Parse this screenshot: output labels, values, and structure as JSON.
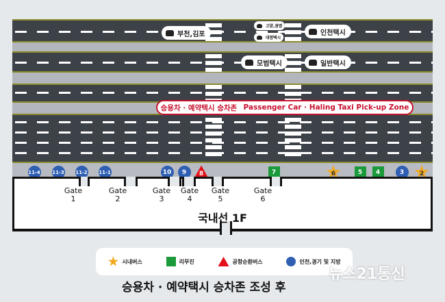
{
  "taxi_labels": {
    "bucheon": "부천,김포",
    "goyang": "고양,광명",
    "daemyung": "대명택시",
    "incheon": "인천택시",
    "mobeom": "모범택시",
    "ilban": "일반택시"
  },
  "banner": {
    "korean": "승용차 · 예약택시 승차존",
    "english": "Passenger Car · Haling Taxi Pick-up Zone"
  },
  "stops": [
    {
      "label": "11-4",
      "type": "circle"
    },
    {
      "label": "11-3",
      "type": "circle"
    },
    {
      "label": "11-2",
      "type": "circle"
    },
    {
      "label": "11-1",
      "type": "circle"
    },
    {
      "label": "10",
      "type": "circle"
    },
    {
      "label": "9",
      "type": "circle"
    },
    {
      "label": "8",
      "type": "triangle"
    },
    {
      "label": "7",
      "type": "square"
    },
    {
      "label": "6",
      "type": "star"
    },
    {
      "label": "5",
      "type": "square"
    },
    {
      "label": "4",
      "type": "square"
    },
    {
      "label": "3",
      "type": "circle"
    },
    {
      "label": "2",
      "type": "star"
    }
  ],
  "gates": [
    {
      "word": "Gate",
      "num": "1"
    },
    {
      "word": "Gate",
      "num": "2"
    },
    {
      "word": "Gate",
      "num": "3"
    },
    {
      "word": "Gate",
      "num": "4"
    },
    {
      "word": "Gate",
      "num": "5"
    },
    {
      "word": "Gate",
      "num": "6"
    }
  ],
  "building_label": "국내선 1F",
  "legend": {
    "star": "시내버스",
    "square": "리무진",
    "triangle": "공항순환버스",
    "circle": "인천,경기 및 지방"
  },
  "caption": "승용차 · 예약택시 승차존 조성 후",
  "watermark": "뉴스21통신",
  "colors": {
    "road": "#3d4248",
    "bus_blue": "#2f5fb3",
    "limo_green": "#1a9a3a",
    "shuttle_red": "#e3101a",
    "city_star": "#f2a81d",
    "banner_red": "#c8102e"
  }
}
